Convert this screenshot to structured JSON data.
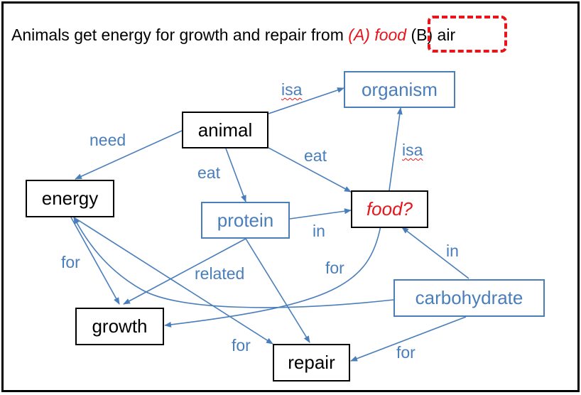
{
  "question": {
    "stem": "Animals get energy for growth and repair from ",
    "option_a": "(A) food",
    "option_b": " (B) air"
  },
  "nodes": {
    "organism": "organism",
    "animal": "animal",
    "energy": "energy",
    "protein": "protein",
    "food": "food?",
    "carbohydrate": "carbohydrate",
    "growth": "growth",
    "repair": "repair"
  },
  "edges": {
    "animal_organism": "isa",
    "animal_energy": "need",
    "animal_protein": "eat",
    "animal_food": "eat",
    "food_organism": "isa",
    "protein_food": "in",
    "carbohydrate_food": "in",
    "energy_growth": "for",
    "protein_growth": "related",
    "energy_repair": "for",
    "food_growth": "for",
    "carbohydrate_repair": "for"
  },
  "colors": {
    "node_blue": "#4a7ebb",
    "edge": "#4a7ebb",
    "answer_red": "#e8141a",
    "node_black": "#000000"
  }
}
